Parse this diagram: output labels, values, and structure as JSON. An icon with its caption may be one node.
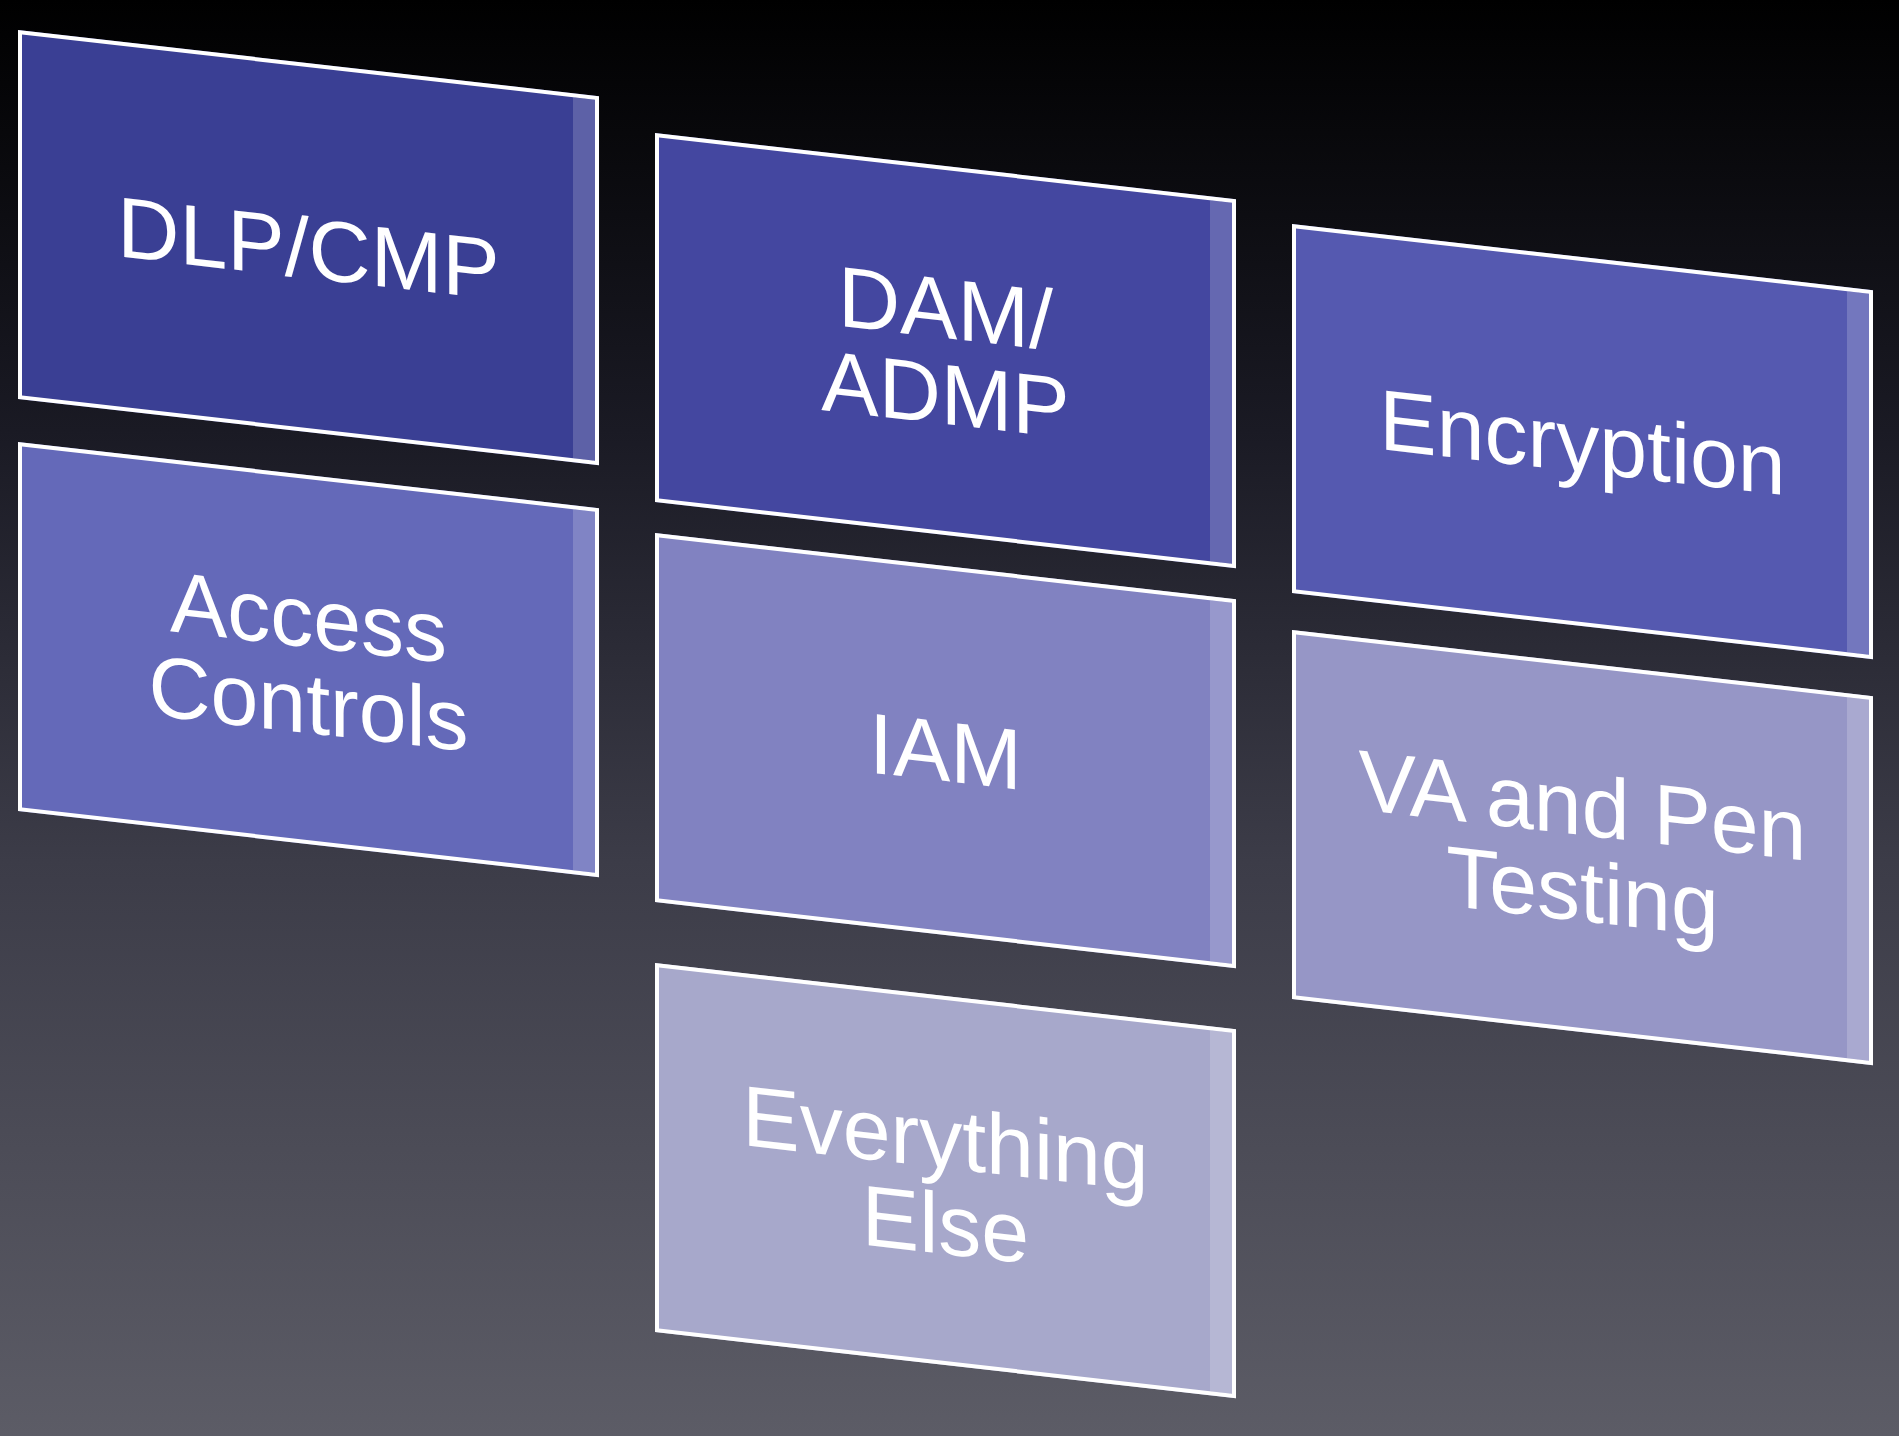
{
  "diagram": {
    "nodes": [
      {
        "text": [
          "DLP/CMP"
        ]
      },
      {
        "text": [
          "DAM/ ADMP"
        ]
      },
      {
        "text": [
          "Encryption"
        ]
      },
      {
        "text": [
          "Access Controls"
        ]
      },
      {
        "text": [
          "IAM"
        ]
      },
      {
        "text": [
          "VA and Pen Testing"
        ]
      },
      {
        "text": [
          "Everything Else"
        ]
      }
    ]
  }
}
